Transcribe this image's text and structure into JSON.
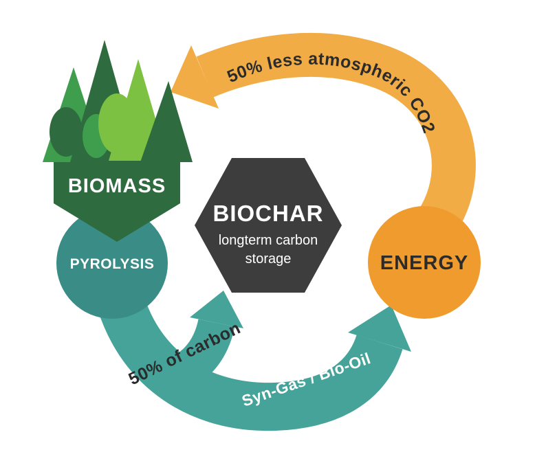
{
  "diagram": {
    "nodes": {
      "biomass": "BIOMASS",
      "pyrolysis": "PYROLYSIS",
      "biochar_title": "BIOCHAR",
      "biochar_sub_line1": "longterm carbon",
      "biochar_sub_line2": "storage",
      "energy": "ENERGY"
    },
    "arrows": {
      "co2_label": "50% less atmospheric CO2",
      "carbon_label": "50% of carbon",
      "syngas_label": "Syn-Gas / Bio-Oil"
    },
    "colors": {
      "dark_green": "#2e6b3e",
      "mid_green": "#3f9e4d",
      "light_green": "#7cc142",
      "teal": "#45a39a",
      "teal_dark": "#3a8d86",
      "orange": "#f2ac45",
      "orange_deep": "#ef9b2d",
      "charcoal": "#3d3d3d",
      "ink": "#2b2b2b",
      "white": "#ffffff"
    }
  }
}
